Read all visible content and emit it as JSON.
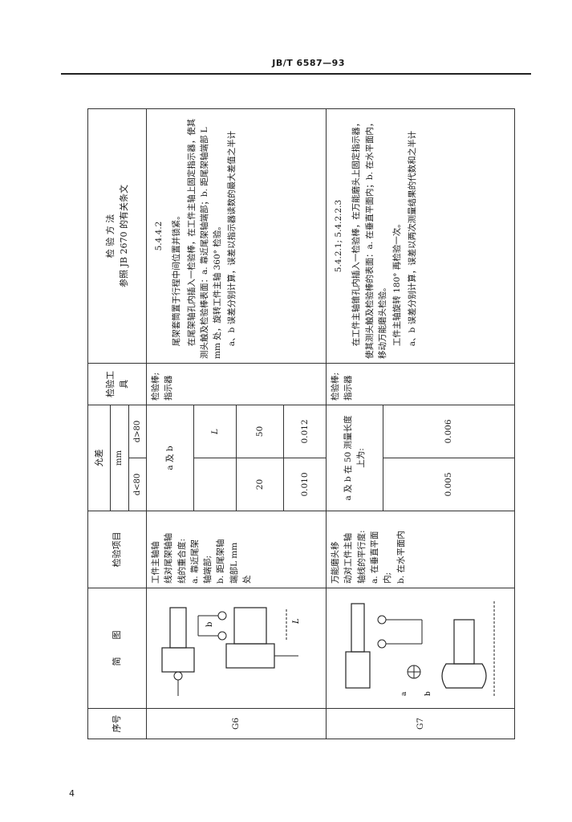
{
  "header": {
    "standard": "JB/T 6587—93"
  },
  "page_number": "4",
  "table": {
    "head": {
      "no": "序号",
      "diagram": "简　　图",
      "item": "检验项目",
      "tolerance": "允差",
      "tolerance_unit": "mm",
      "d_small": "d<80",
      "d_large": "d>80",
      "tool": "检验工具",
      "method": "检 验 方 法",
      "method_ref": "参照 JB 2670 的有关条文"
    },
    "rows": [
      {
        "no": "G6",
        "item": [
          "工件主轴轴",
          "线对尾架轴轴",
          "线的重合度:",
          "a. 靠近尾架",
          "轴端部;",
          "b. 距尾架轴",
          "端部L mm",
          "处"
        ],
        "ab_label": "a 及 b",
        "L_label": "L",
        "v20": "20",
        "v50": "50",
        "tol_small": "0.010",
        "tol_large": "0.012",
        "tool": [
          "检验棒;",
          "指示器"
        ],
        "method_ref": "5.4.4.2",
        "method": [
          "尾架套筒置于行程中间位置并锁紧。",
          "在尾架轴孔内插入一检验棒，在工件主轴上固定指示器，使其测头触及检验棒表面：a. 靠近尾架轴端部；b. 距尾架轴端部 L mm 处，旋转工件主轴 360° 检验。",
          "a、b 误差分别计算，误差以指示器读数的最大差值之半计"
        ],
        "diag_labels": {
          "b": "b",
          "L": "L"
        }
      },
      {
        "no": "G7",
        "item": [
          "万能磨头移",
          "动对工件主轴",
          "轴线的平行度:",
          "a. 在垂直平面",
          "内;",
          "b. 在水平面内"
        ],
        "ab_label": "a 及 b 在 50 测量长度",
        "ab_label2": "上为:",
        "tol_small": "0.005",
        "tol_large": "0.006",
        "tool": [
          "检验棒;",
          "指示器"
        ],
        "method_ref": "5.4.2.1; 5.4.2.2.3",
        "method": [
          "在工件主轴锥孔内插入一检验棒，在万能磨头上固定指示器，使其测头触及检验棒的表面：a. 在垂直平面内；b. 在水平面内，移动万能磨头检验。",
          "工件主轴旋转 180° 再检验一次。",
          "a、b 误差分别计算，误差以两次测量结果的代数和之半计"
        ],
        "diag_labels": {
          "a": "a",
          "b": "b"
        }
      }
    ]
  }
}
